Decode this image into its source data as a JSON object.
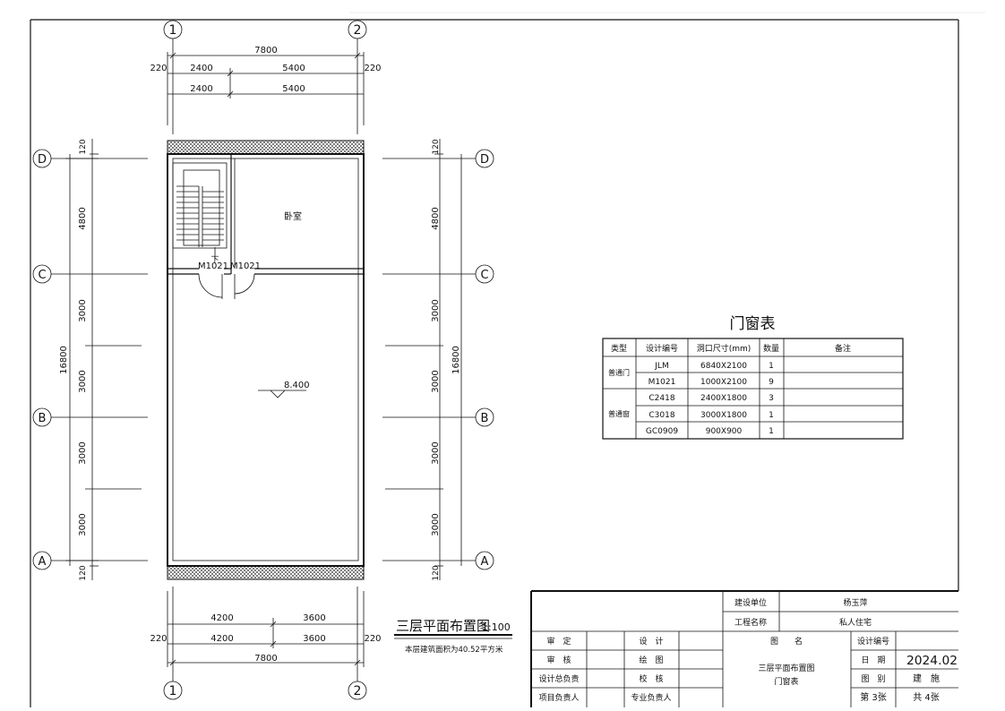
{
  "axes": {
    "col_1": "1",
    "col_2": "2",
    "row_a": "A",
    "row_b": "B",
    "row_c": "C",
    "row_d": "D"
  },
  "dims_top": {
    "overall": "7800",
    "left_ext": "220",
    "right_ext": "220",
    "r1_left": "2400",
    "r1_right": "5400",
    "r2_left": "2400",
    "r2_right": "5400"
  },
  "dims_bottom": {
    "r1_left": "4200",
    "r1_right": "3600",
    "left_ext": "220",
    "r2_left": "4200",
    "r2_right": "3600",
    "right_ext": "220",
    "overall": "7800"
  },
  "dims_left": {
    "top_ext": "120",
    "d_c": "4800",
    "c_b1": "3000",
    "c_b2": "3000",
    "b_a1": "3000",
    "b_a2": "3000",
    "bottom_ext": "120",
    "overall": "16800"
  },
  "dims_right": {
    "top_ext": "120",
    "d_c": "4800",
    "c_b1": "3000",
    "c_b2": "3000",
    "b_a1": "3000",
    "b_a2": "3000",
    "bottom_ext": "120",
    "overall": "16800"
  },
  "plan": {
    "room_label": "卧室",
    "stair_down": "下",
    "door_left": "M1021",
    "door_right": "M1021",
    "elevation": "8.400"
  },
  "plan_title": {
    "title": "三层平面布置图",
    "scale": "1:100",
    "area_note": "本层建筑面积为40.52平方米"
  },
  "door_window_table": {
    "title": "门窗表",
    "headers": [
      "类型",
      "设计编号",
      "洞口尺寸(mm)",
      "数量",
      "备注"
    ],
    "groups": [
      {
        "type": "普通门",
        "rows": [
          {
            "code": "JLM",
            "size": "6840X2100",
            "qty": "1",
            "note": ""
          },
          {
            "code": "M1021",
            "size": "1000X2100",
            "qty": "9",
            "note": ""
          }
        ]
      },
      {
        "type": "普通窗",
        "rows": [
          {
            "code": "C2418",
            "size": "2400X1800",
            "qty": "3",
            "note": ""
          },
          {
            "code": "C3018",
            "size": "3000X1800",
            "qty": "1",
            "note": ""
          },
          {
            "code": "GC0909",
            "size": "900X900",
            "qty": "1",
            "note": ""
          }
        ]
      }
    ]
  },
  "title_block": {
    "client_label": "建设单位",
    "client_value": "杨玉萍",
    "project_label": "工程名称",
    "project_value": "私人住宅",
    "approve": "审　定",
    "design": "设　计",
    "drawing_name_label": "图　　名",
    "design_no": "设计编号",
    "review": "审　核",
    "draw": "绘　图",
    "date_label": "日　期",
    "date_value": "2024.02",
    "chief": "设计总负责",
    "check": "校　核",
    "category_label": "图　别",
    "category_value": "建　施",
    "pm": "项目负责人",
    "specialist": "专业负责人",
    "sheet_no": "第 3张",
    "sheet_total": "共 4张",
    "drawing_name_1": "三层平面布置图",
    "drawing_name_2": "门窗表"
  }
}
